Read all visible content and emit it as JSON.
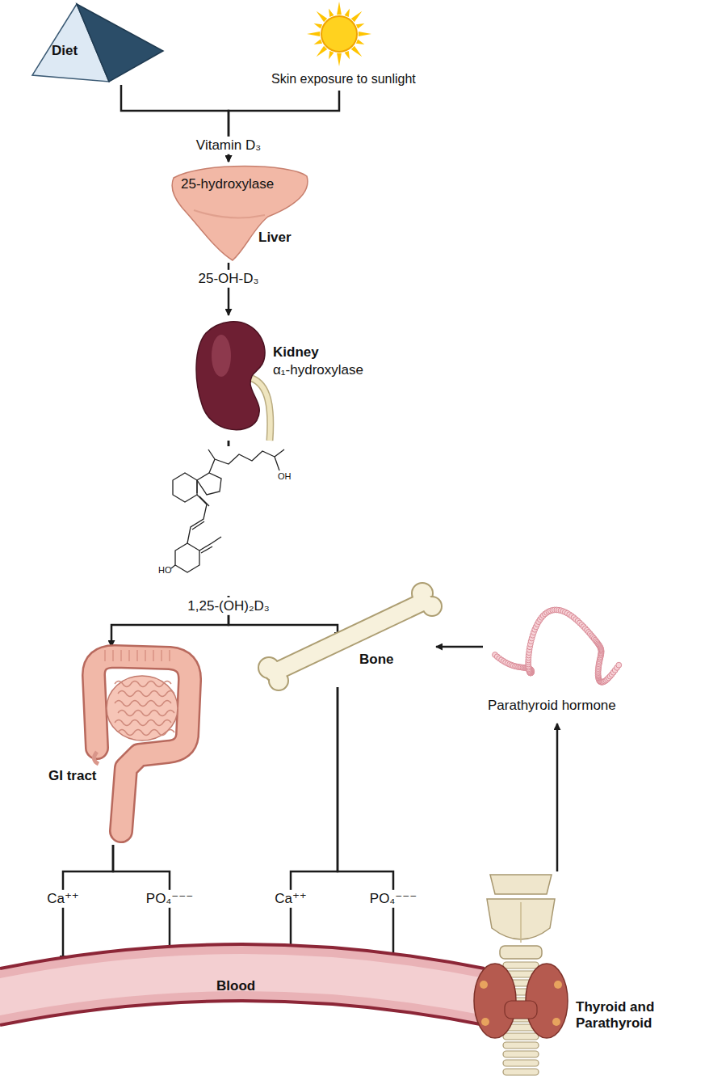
{
  "diagram": {
    "nodes": [
      {
        "text": [
          "Diet"
        ]
      },
      {
        "text": [
          "Skin exposure to sunlight"
        ]
      },
      {
        "text": [
          "25-hydroxylase",
          "Liver"
        ]
      },
      {
        "text": [
          "Kidney",
          "α₁-hydroxylase"
        ]
      },
      {
        "text": [
          "GI tract"
        ]
      },
      {
        "text": [
          "Bone"
        ]
      },
      {
        "text": [
          "Parathyroid hormone"
        ]
      },
      {
        "text": [
          "Blood"
        ]
      },
      {
        "text": [
          "Thyroid and Parathyroid"
        ]
      }
    ],
    "edges": [
      {
        "from": 0,
        "to": 2,
        "arrow": "to",
        "label": "Vitamin D₃"
      },
      {
        "from": 1,
        "to": 2,
        "arrow": "to"
      },
      {
        "from": 2,
        "to": 3,
        "arrow": "to",
        "label": "25-OH-D₃"
      },
      {
        "from": 3,
        "to": 4,
        "arrow": "to",
        "label": "1,25-(OH)₂D₃"
      },
      {
        "from": 3,
        "to": 5,
        "arrow": "to"
      },
      {
        "from": 4,
        "to": 7,
        "arrow": "to",
        "label": "Ca⁺⁺"
      },
      {
        "from": 4,
        "to": 7,
        "arrow": "to",
        "label": "PO₄⁻⁻⁻"
      },
      {
        "from": 5,
        "to": 7,
        "arrow": "to",
        "label": "Ca⁺⁺"
      },
      {
        "from": 5,
        "to": 7,
        "arrow": "to",
        "label": "PO₄⁻⁻⁻"
      },
      {
        "from": 8,
        "to": 6,
        "arrow": "to"
      },
      {
        "from": 6,
        "to": 5,
        "arrow": "to"
      }
    ],
    "labels": [
      "OH",
      "HO"
    ]
  }
}
